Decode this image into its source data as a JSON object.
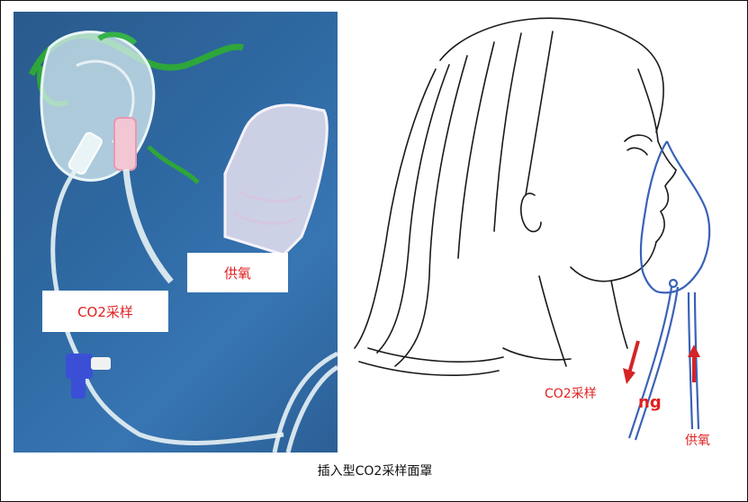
{
  "photo": {
    "label_oxygen": "供氧",
    "label_co2": "CO2采样"
  },
  "drawing": {
    "label_co2": "CO2采样",
    "label_oxygen": "供氧",
    "partial_text": "ng"
  },
  "caption": "插入型CO2采样面罩",
  "colors": {
    "label_text": "#e02020",
    "arrow": "#d42424",
    "tube_line": "#3a62b8",
    "background_cloth": "#2f6aa4"
  }
}
